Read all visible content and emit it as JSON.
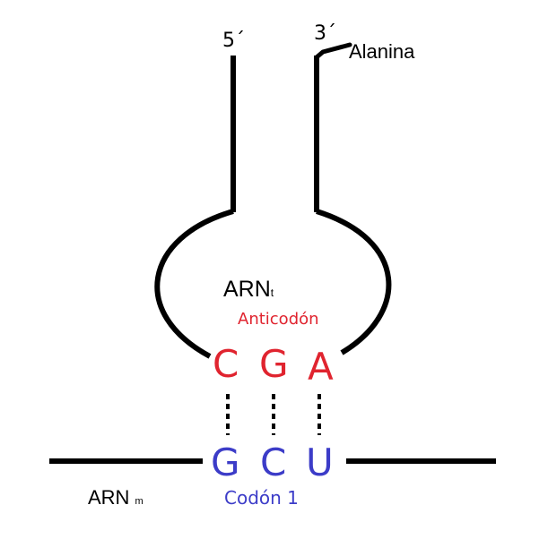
{
  "labels": {
    "five_prime": "5´",
    "three_prime": "3´",
    "amino_acid": "Alanina",
    "trna_main": "ARN",
    "trna_sub": "t",
    "anticodon_title": "Anticodón",
    "mrna_main": "ARN",
    "mrna_sub": "m",
    "codon_title": "Codón 1"
  },
  "anticodon": {
    "bases": [
      "C",
      "G",
      "A"
    ],
    "color": "#e0242f"
  },
  "codon": {
    "bases": [
      "G",
      "C",
      "U"
    ],
    "color": "#3c3cc8"
  },
  "colors": {
    "strand": "#000000",
    "text": "#000000"
  }
}
